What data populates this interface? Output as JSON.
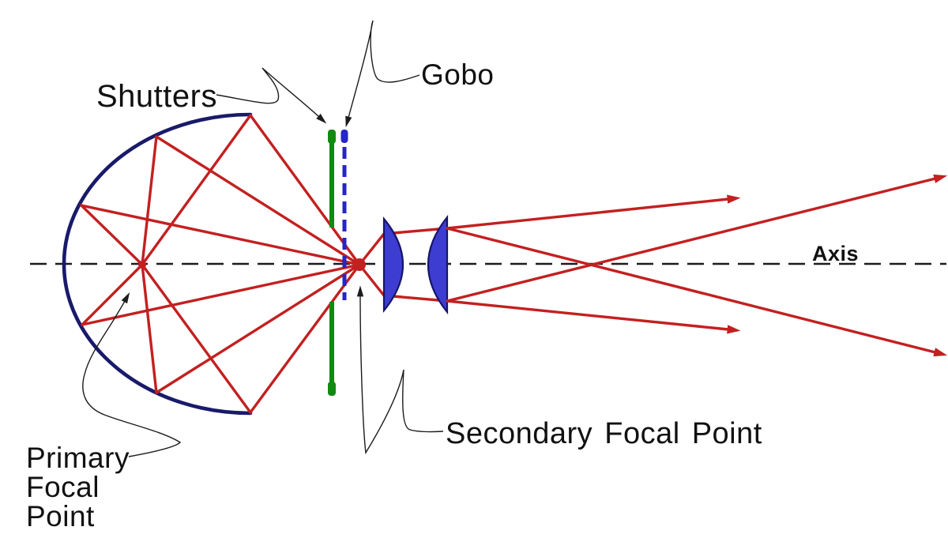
{
  "labels": {
    "shutters": "Shutters",
    "gobo": "Gobo",
    "axis": "Axis",
    "secondary_focal_point": "Secondary Focal Point",
    "primary_focal_point": [
      "Primary",
      "Focal",
      "Point"
    ]
  },
  "colors": {
    "ray_red": "#c32020",
    "reflector_navy": "#1a1a6b",
    "lens_fill": "#3d3dd2",
    "lens_outline": "#16166a",
    "shutter_green": "#118a11",
    "gobo_blue": "#2525c8",
    "annotation_black": "#1c1c1c",
    "background": "#ffffff"
  },
  "components": [
    {
      "name": "ellipsoidal-reflector",
      "color_key": "reflector_navy"
    },
    {
      "name": "light-rays",
      "color_key": "ray_red",
      "exit_arrow_count": 4
    },
    {
      "name": "shutters",
      "color_key": "shutter_green",
      "segment_count": 2
    },
    {
      "name": "gobo",
      "color_key": "gobo_blue",
      "style": "dashed"
    },
    {
      "name": "plano-convex-lens-pair",
      "color_key": "lens_fill",
      "lens_count": 2
    },
    {
      "name": "optical-axis",
      "style": "dashed"
    },
    {
      "name": "primary-focal-point"
    },
    {
      "name": "secondary-focal-point"
    }
  ]
}
